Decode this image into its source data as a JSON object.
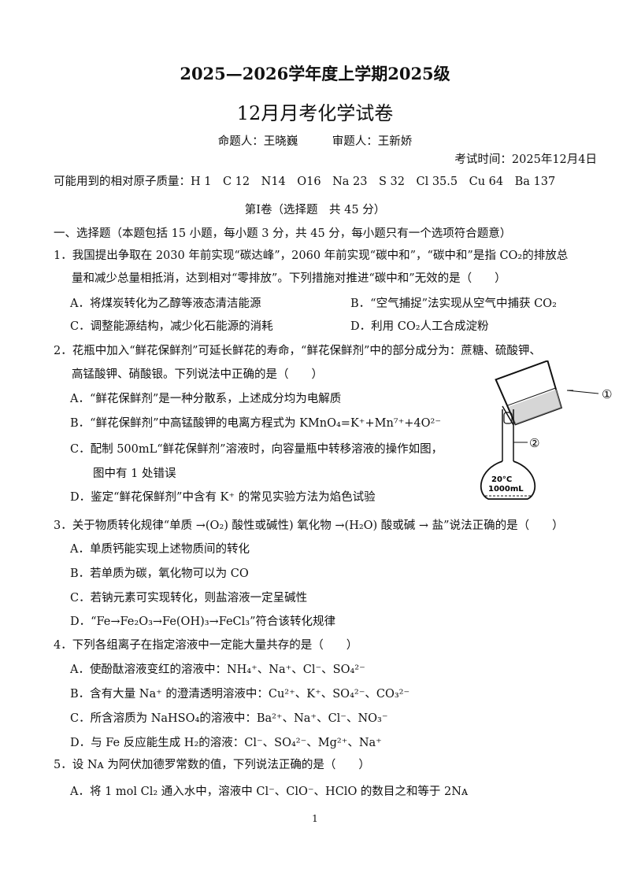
{
  "header": {
    "title_line1": "2025—2026学年度上学期2025级",
    "title_line2": "12月月考化学试卷",
    "authors": "命题人：王晓巍　　　审题人：王新娇",
    "exam_time": "考试时间：2025年12月4日",
    "atomic_masses": "可能用到的相对原子质量：H 1　C 12　N14　O16　Na 23　S 32　Cl 35.5　Cu 64　Ba 137"
  },
  "section": {
    "volume_title": "第Ⅰ卷（选择题　共 45 分）",
    "instructions": "一、选择题（本题包括 15 小题，每小题 3 分，共 45 分，每小题只有一个选项符合题意）"
  },
  "q1": {
    "stem1": "1．我国提出争取在 2030 年前实现“碳达峰”，2060 年前实现“碳中和”，“碳中和”是指 CO₂的排放总",
    "stem2": "量和减少总量相抵消，达到相对“零排放”。下列措施对推进“碳中和”无效的是（　　）",
    "A": "A．将煤炭转化为乙醇等液态清洁能源",
    "B": "B．“空气捕捉”法实现从空气中捕获 CO₂",
    "C": "C．调整能源结构，减少化石能源的消耗",
    "D": "D．利用 CO₂人工合成淀粉"
  },
  "q2": {
    "stem1": "2．花瓶中加入“鲜花保鲜剂”可延长鲜花的寿命，“鲜花保鲜剂”中的部分成分为：蔗糖、硫酸钾、",
    "stem2": "高锰酸钾、硝酸银。下列说法中正确的是（　　）",
    "A": "A．“鲜花保鲜剂”是一种分散系，上述成分均为电解质",
    "B": "B．“鲜花保鲜剂”中高锰酸钾的电离方程式为 KMnO₄=K⁺+Mn⁷⁺+4O²⁻",
    "C1": "C．配制 500mL“鲜花保鲜剂”溶液时，向容量瓶中转移溶液的操作如图，",
    "C2": "图中有 1 处错误",
    "D": "D．鉴定“鲜花保鲜剂”中含有 K⁺ 的常见实验方法为焰色试验",
    "fig_label1": "①",
    "fig_label2": "②",
    "fig_temp": "20°C",
    "fig_vol": "1000mL"
  },
  "q3": {
    "stem": "3．关于物质转化规律“单质 →(O₂) 酸性或碱性) 氧化物 →(H₂O) 酸或碱 → 盐”说法正确的是（　　）",
    "A": "A．单质钙能实现上述物质间的转化",
    "B": "B．若单质为碳，氧化物可以为 CO",
    "C": "C．若钠元素可实现转化，则盐溶液一定呈碱性",
    "D": "D．“Fe→Fe₂O₃→Fe(OH)₃→FeCl₃”符合该转化规律"
  },
  "q4": {
    "stem": "4．下列各组离子在指定溶液中一定能大量共存的是（　　）",
    "A": "A．使酚酞溶液变红的溶液中：NH₄⁺、Na⁺、Cl⁻、SO₄²⁻",
    "B": "B．含有大量 Na⁺ 的澄清透明溶液中：Cu²⁺、K⁺、SO₄²⁻、CO₃²⁻",
    "C": "C．所含溶质为 NaHSO₄的溶液中：Ba²⁺、Na⁺、Cl⁻、NO₃⁻",
    "D": "D．与 Fe 反应能生成 H₂的溶液：Cl⁻、SO₄²⁻、Mg²⁺、Na⁺"
  },
  "q5": {
    "stem": "5．设 Nᴀ 为阿伏加德罗常数的值，下列说法正确的是（　　）",
    "A": "A．将 1 mol Cl₂ 通入水中，溶液中 Cl⁻、ClO⁻、HClO 的数目之和等于 2Nᴀ"
  },
  "footer": {
    "page": "1"
  }
}
